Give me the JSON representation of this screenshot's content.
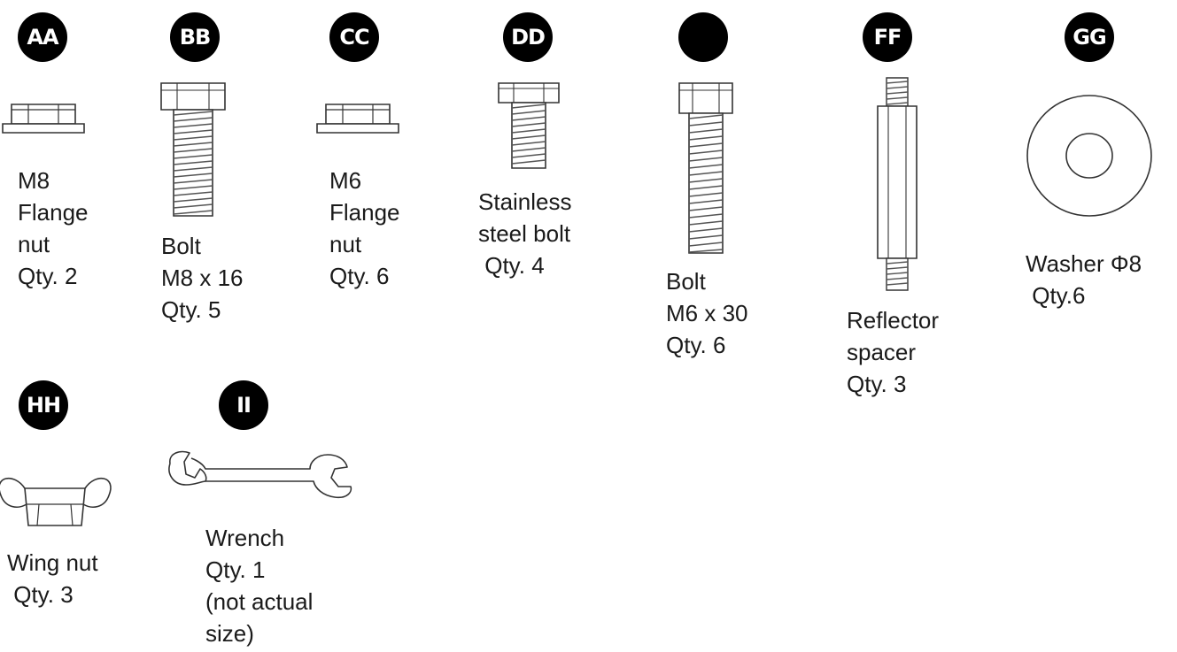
{
  "parts": [
    {
      "badge": "AA",
      "lines": [
        "M8",
        "Flange",
        "nut",
        "Qty. 2"
      ],
      "icon": "flange-nut-icon"
    },
    {
      "badge": "BB",
      "lines": [
        "Bolt",
        "M8 x 16",
        "Qty. 5"
      ],
      "icon": "bolt-icon"
    },
    {
      "badge": "CC",
      "lines": [
        "M6",
        "Flange",
        "nut",
        "Qty. 6"
      ],
      "icon": "flange-nut-icon"
    },
    {
      "badge": "DD",
      "lines": [
        "Stainless",
        "steel bolt",
        " Qty. 4"
      ],
      "icon": "bolt-icon"
    },
    {
      "badge": "",
      "lines": [
        "Bolt",
        "M6 x 30",
        "Qty. 6"
      ],
      "icon": "bolt-icon"
    },
    {
      "badge": "FF",
      "lines": [
        "Reflector",
        "spacer",
        "Qty. 3"
      ],
      "icon": "spacer-icon"
    },
    {
      "badge": "GG",
      "lines": [
        "Washer Φ8",
        " Qty.6"
      ],
      "icon": "washer-icon"
    },
    {
      "badge": "HH",
      "lines": [
        "Wing nut",
        " Qty. 3"
      ],
      "icon": "wing-nut-icon"
    },
    {
      "badge": "II",
      "lines": [
        "Wrench",
        "Qty. 1",
        "(not actual",
        "size)"
      ],
      "icon": "wrench-icon"
    }
  ]
}
